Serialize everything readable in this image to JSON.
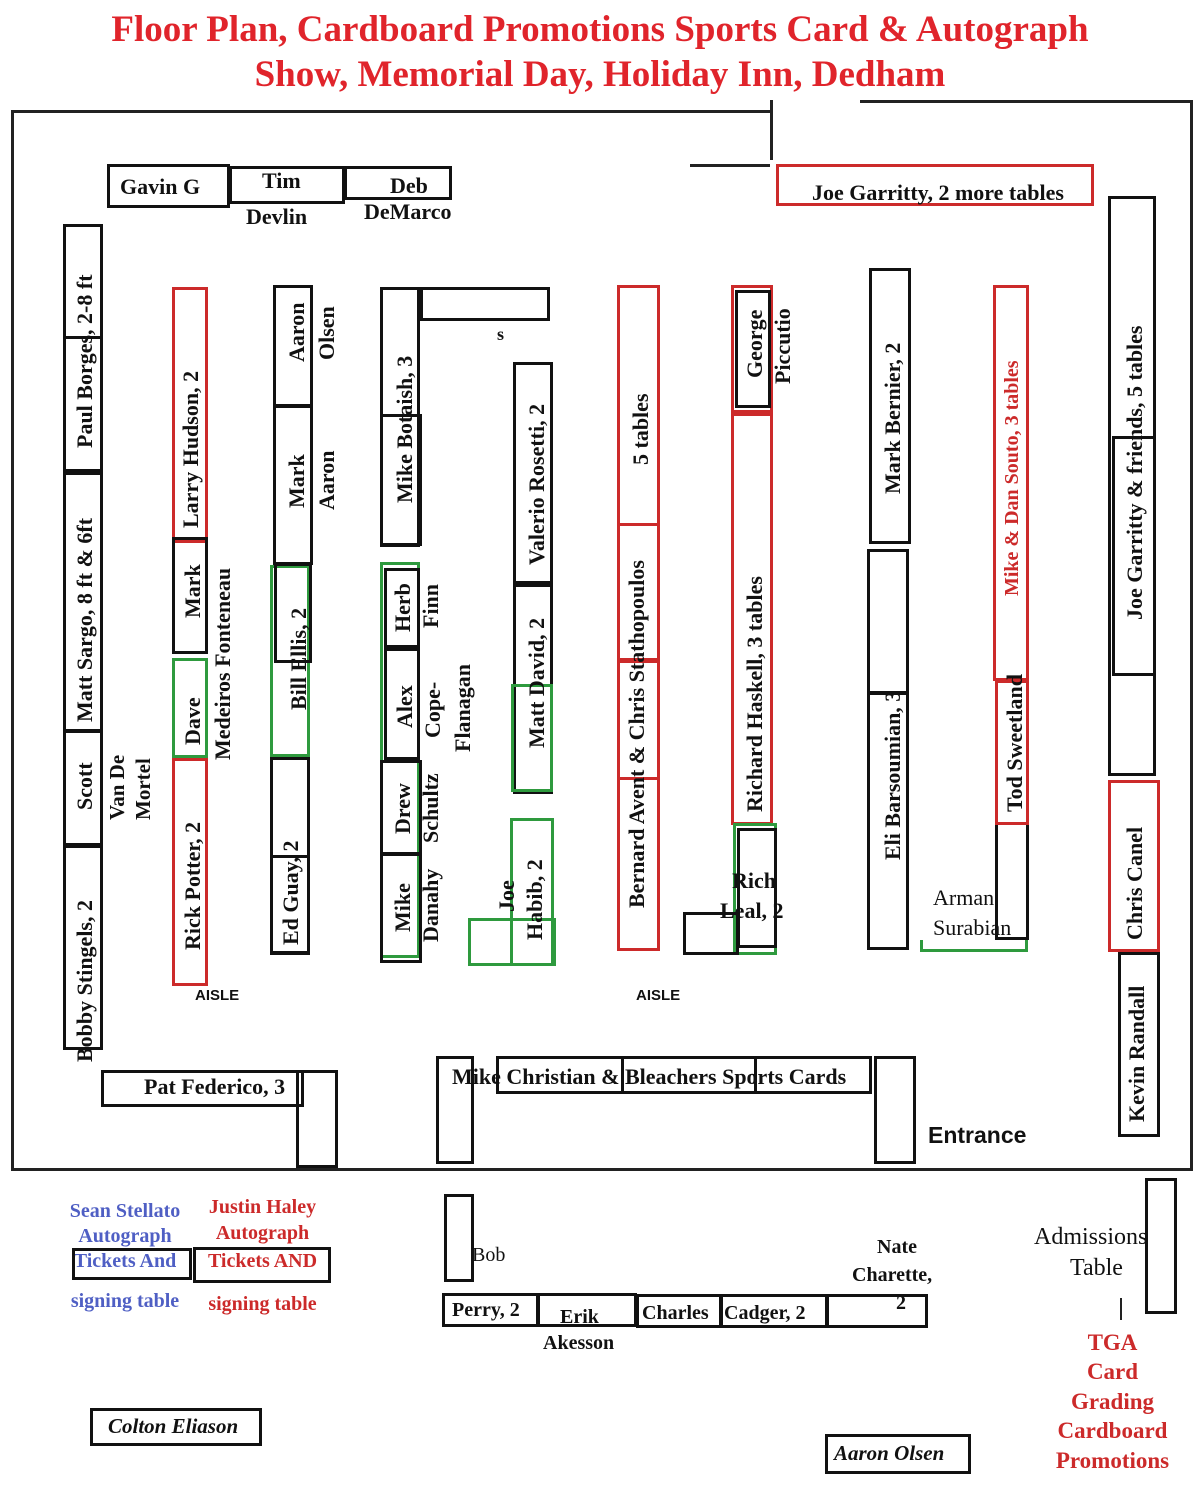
{
  "title": {
    "line1": "Floor Plan, Cardboard Promotions Sports Card & Autograph",
    "line2": "Show, Memorial Day, Holiday Inn, Dedham"
  },
  "top_row": {
    "gavin": "Gavin G",
    "tim": "Tim",
    "devlin": "Devlin",
    "deb": "Deb",
    "demarco": "DeMarco",
    "joe_garritty": "Joe Garritty, 2 more tables"
  },
  "left_wall": {
    "paul_borges": "Paul Borges, 2-8 ft",
    "matt_sargo": "Matt Sargo, 8 ft & 6ft",
    "scott": "Scott",
    "van_de_mortel": "Van De Mortel",
    "bobby_stingels": "Bobby Stingels, 2"
  },
  "col1": {
    "larry_hudson": "Larry Hudson, 2",
    "mark": "Mark",
    "dave": "Dave",
    "medeiros_fonteneau": "Medeiros Fonteneau",
    "rick_potter": "Rick Potter, 2"
  },
  "col2": {
    "aaron": "Aaron",
    "olsen": "Olsen",
    "mark": "Mark",
    "aaron2": "Aaron",
    "bill_ellis": "Bill Ellis, 2",
    "ed_guay": "Ed Guay, 2"
  },
  "col3": {
    "mike_botaish": "Mike Botaish, 3",
    "herb": "Herb",
    "finn": "Finn",
    "alex": "Alex",
    "cope": "Cope-",
    "flanagan": "Flanagan",
    "drew": "Drew",
    "schultz": "Schultz",
    "mike": "Mike",
    "danahy": "Danahy"
  },
  "col4": {
    "s_mark": "s",
    "valerio": "Valerio Rosetti, 2",
    "matt_david": "Matt David, 2",
    "joe": "Joe",
    "habib": "Habib, 2"
  },
  "col5": {
    "five_tables": "5 tables",
    "bernard": "Bernard Avent & Chris Stathopoulos"
  },
  "col6": {
    "george": "George",
    "piccuito": "Piccutio",
    "richard_haskell": "Richard Haskell, 3 tables",
    "rich": "Rich",
    "leal": "Leal, 2"
  },
  "col7": {
    "mark_bernier": "Mark Bernier, 2",
    "eli_barsoumian": "Eli Barsoumian, 3",
    "arman": "Arman",
    "surabian": "Surabian"
  },
  "col8": {
    "souto": "Mike & Dan Souto, 3 tables",
    "tod": "Tod Sweetland"
  },
  "right_wall": {
    "joe_garritty_friends": "Joe Garritty & friends, 5 tables",
    "chris_canel": "Chris Canel",
    "kevin_randall": "Kevin Randall"
  },
  "aisle1": "AISLE",
  "aisle2": "AISLE",
  "bottom": {
    "pat_federico": "Pat Federico, 3",
    "mike_christian": "Mike Christian & Bleachers Sports Cards",
    "entrance": "Entrance"
  },
  "outside": {
    "sean1": "Sean Stellato",
    "sean2": "Autograph",
    "sean3": "Tickets And",
    "sean4": "signing table",
    "justin1": "Justin Haley",
    "justin2": "Autograph",
    "justin3": "Tickets AND",
    "justin4": "signing table",
    "bob": "Bob",
    "nate1": "Nate",
    "nate2": "Charette,",
    "nate3": "2",
    "perry": "Perry, 2",
    "erik1": "Erik",
    "erik2": "Akesson",
    "charles": "Charles",
    "cadger": "Cadger, 2",
    "admissions1": "Admissions",
    "admissions2": "Table",
    "tga1": "TGA",
    "tga2": "Card",
    "tga3": "Grading",
    "tga4": "Cardboard",
    "tga5": "Promotions",
    "colton": "Colton Eliason",
    "aaron_olsen": "Aaron Olsen"
  },
  "colors": {
    "title": "#e0242b",
    "red_table": "#cc2a2a",
    "green_table": "#2e9a3e",
    "blue_text": "#4f5fc4"
  }
}
